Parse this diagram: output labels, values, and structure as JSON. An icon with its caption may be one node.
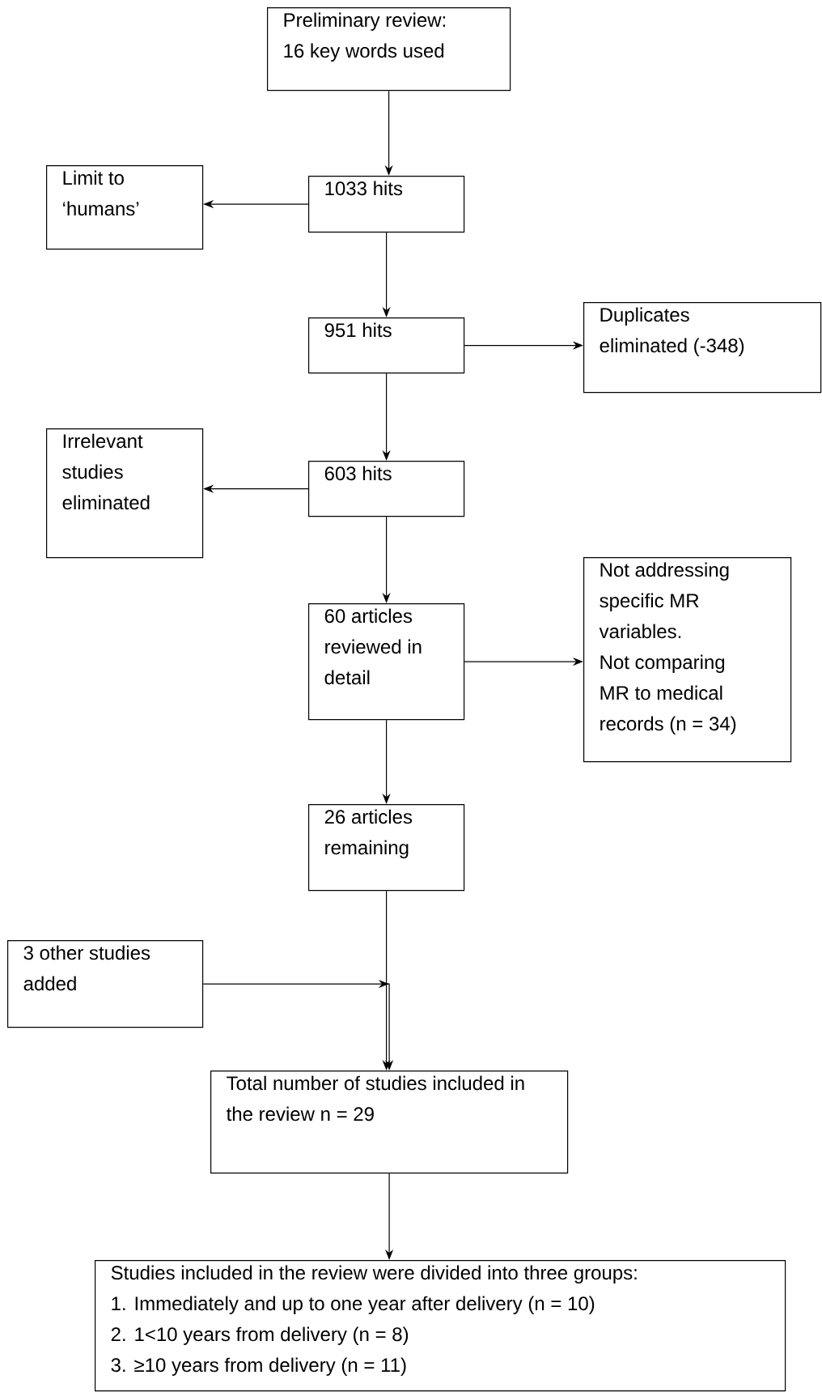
{
  "diagram": {
    "nodes": [
      {
        "text": [
          "Preliminary review: 16 key words used"
        ]
      },
      {
        "text": [
          "1033 hits"
        ]
      },
      {
        "text": [
          "Limit to ‘humans’"
        ]
      },
      {
        "text": [
          "951 hits"
        ]
      },
      {
        "text": [
          "Duplicates eliminated (-348)"
        ]
      },
      {
        "text": [
          "603 hits"
        ]
      },
      {
        "text": [
          "Irrelevant studies eliminated"
        ]
      },
      {
        "text": [
          "60 articles reviewed in detail"
        ]
      },
      {
        "text": [
          "Not addressing specific MR variables.",
          "Not comparing MR to medical records (n = 34)"
        ]
      },
      {
        "text": [
          "26 articles remaining"
        ]
      },
      {
        "text": [
          "3 other studies added"
        ]
      },
      {
        "text": [
          "Total number of studies included in the review n = 29"
        ]
      },
      {
        "text": [
          "Studies included in the review were divided into three groups:",
          "1. Immediately and up to one year after delivery (n = 10)",
          "2. 1<10 years from delivery (n = 8)",
          "3. ≥10 years from delivery (n = 11)"
        ]
      }
    ],
    "edges": [
      {
        "from": 0,
        "to": 1,
        "arrow": "to"
      },
      {
        "from": 1,
        "to": 2,
        "arrow": "to"
      },
      {
        "from": 1,
        "to": 3,
        "arrow": "to"
      },
      {
        "from": 3,
        "to": 4,
        "arrow": "to"
      },
      {
        "from": 3,
        "to": 5,
        "arrow": "to"
      },
      {
        "from": 5,
        "to": 6,
        "arrow": "to"
      },
      {
        "from": 5,
        "to": 7,
        "arrow": "to"
      },
      {
        "from": 7,
        "to": 8,
        "arrow": "to"
      },
      {
        "from": 7,
        "to": 9,
        "arrow": "to"
      },
      {
        "from": 9,
        "to": 11,
        "arrow": "to"
      },
      {
        "from": 10,
        "to": 11,
        "arrow": "to"
      },
      {
        "from": 11,
        "to": 12,
        "arrow": "to"
      }
    ]
  }
}
